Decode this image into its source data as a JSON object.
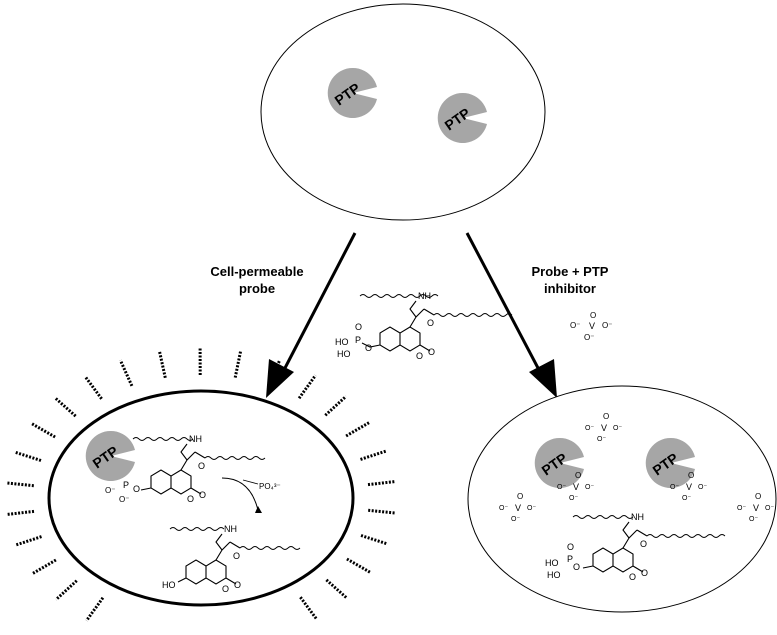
{
  "labels": {
    "left_arrow": [
      "Cell-permeable",
      "probe"
    ],
    "right_arrow": [
      "Probe + PTP",
      "inhibitor"
    ],
    "ptp": "PTP"
  },
  "chem": {
    "nh": "NH",
    "o": "O",
    "p": "P",
    "v": "V",
    "ho": "HO",
    "oh": "HO",
    "o_minus": "O⁻",
    "phosphate": "PO₄³⁻"
  },
  "colors": {
    "pacman": "#a6a6a6",
    "stroke": "#000000"
  }
}
